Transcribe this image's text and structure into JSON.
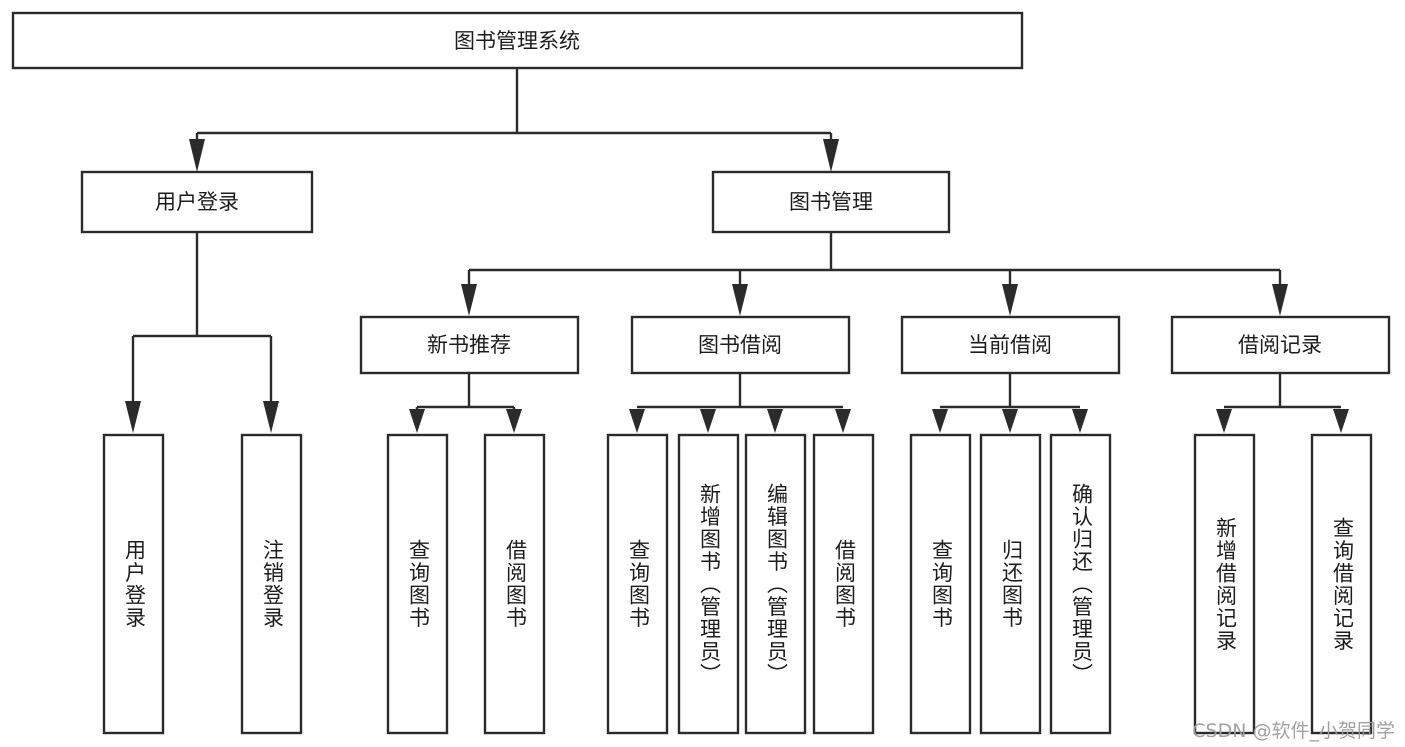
{
  "diagram": {
    "title": "图书管理系统",
    "type": "tree",
    "background_color": "#ffffff",
    "line_color": "#2b2b2b",
    "text_color": "#1d1d1d",
    "root": {
      "label": "图书管理系统"
    },
    "level2": [
      {
        "label": "用户登录"
      },
      {
        "label": "图书管理"
      }
    ],
    "level3": [
      {
        "label": "新书推荐"
      },
      {
        "label": "图书借阅"
      },
      {
        "label": "当前借阅"
      },
      {
        "label": "借阅记录"
      }
    ],
    "leaves": {
      "user_login": [
        {
          "label": "用户登录"
        },
        {
          "label": "注销登录"
        }
      ],
      "new_book_recommend": [
        {
          "label": "查询图书"
        },
        {
          "label": "借阅图书"
        }
      ],
      "book_borrow": [
        {
          "label": "查询图书"
        },
        {
          "label": "新增图书（管理员）"
        },
        {
          "label": "编辑图书（管理员）"
        },
        {
          "label": "借阅图书"
        }
      ],
      "current_borrow": [
        {
          "label": "查询图书"
        },
        {
          "label": "归还图书"
        },
        {
          "label": "确认归还（管理员）"
        }
      ],
      "borrow_record": [
        {
          "label": "新增借阅记录"
        },
        {
          "label": "查询借阅记录"
        }
      ]
    }
  },
  "watermark": {
    "text": "CSDN @软件_小贺同学"
  }
}
